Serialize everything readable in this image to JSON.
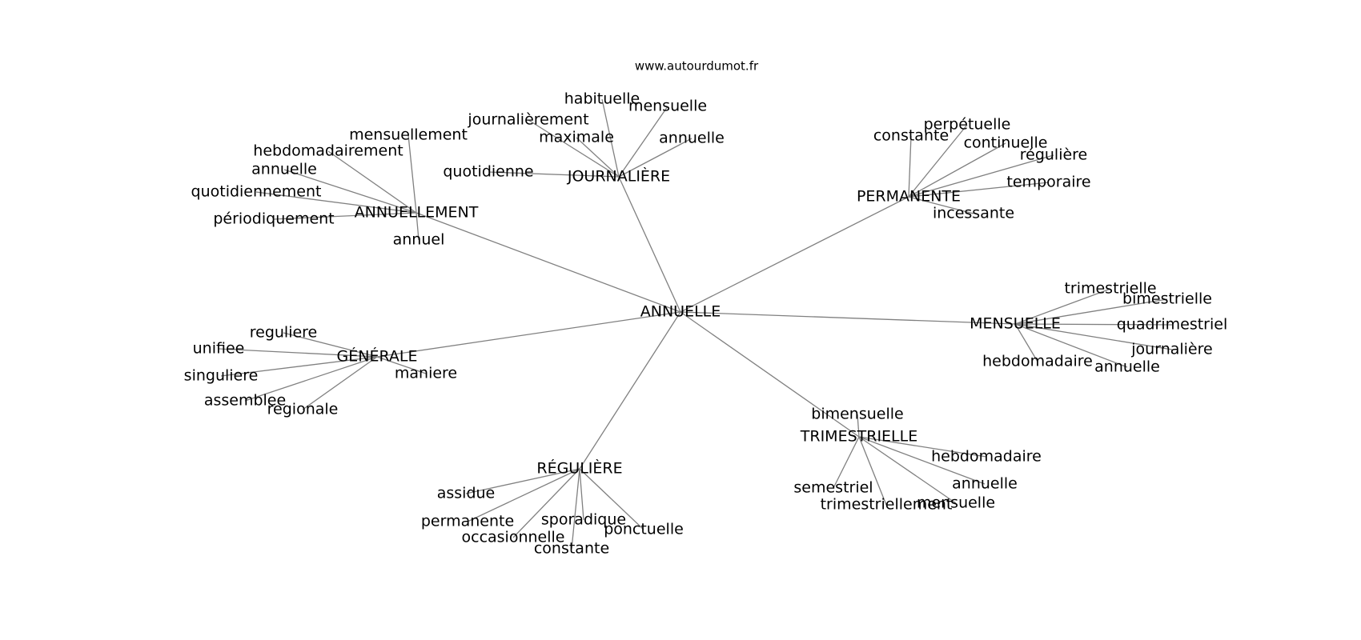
{
  "header": {
    "site": "www.autourdumot.fr"
  },
  "colors": {
    "edge": "#808080",
    "text": "#000000",
    "background": "#ffffff"
  },
  "graph": {
    "center": "ANNUELLE",
    "hubs": [
      {
        "label": "ANNUELLEMENT",
        "leaves": [
          "mensuellement",
          "hebdomadairement",
          "annuelle",
          "quotidiennement",
          "périodiquement",
          "annuel"
        ]
      },
      {
        "label": "JOURNALIÈRE",
        "leaves": [
          "habituelle",
          "mensuelle",
          "journalièrement",
          "maximale",
          "annuelle",
          "quotidienne"
        ]
      },
      {
        "label": "PERMANENTE",
        "leaves": [
          "constante",
          "perpétuelle",
          "continuelle",
          "régulière",
          "temporaire",
          "incessante"
        ]
      },
      {
        "label": "MENSUELLE",
        "leaves": [
          "trimestrielle",
          "bimestrielle",
          "quadrimestriel",
          "journalière",
          "hebdomadaire",
          "annuelle"
        ]
      },
      {
        "label": "GÉNÉRALE",
        "leaves": [
          "reguliere",
          "unifiee",
          "singuliere",
          "assemblee",
          "regionale",
          "maniere"
        ]
      },
      {
        "label": "RÉGULIÈRE",
        "leaves": [
          "assidue",
          "permanente",
          "occasionnelle",
          "sporadique",
          "constante",
          "ponctuelle"
        ]
      },
      {
        "label": "TRIMESTRIELLE",
        "leaves": [
          "bimensuelle",
          "hebdomadaire",
          "annuelle",
          "semestriel",
          "trimestriellement",
          "mensuelle"
        ]
      }
    ]
  }
}
